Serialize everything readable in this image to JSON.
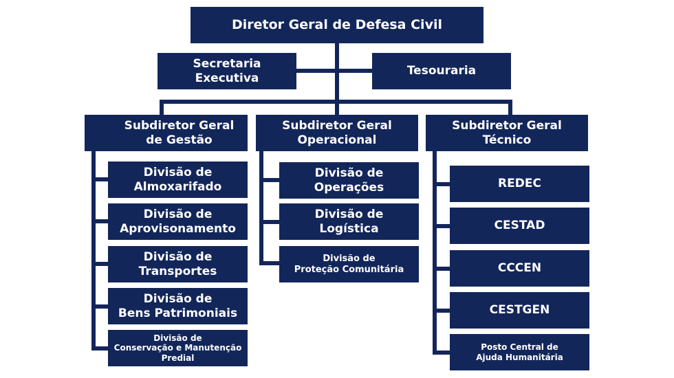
{
  "colors": {
    "box": "#13265a",
    "text": "#ffffff",
    "background": "#ffffff"
  },
  "top": {
    "director": "Diretor Geral de Defesa Civil"
  },
  "staff": {
    "secretaria": "Secretaria\nExecutiva",
    "tesouraria": "Tesouraria"
  },
  "subdiretores": [
    {
      "title": "Subdiretor Geral\nde Gestão",
      "divisions": [
        "Divisão de\nAlmoxarifado",
        "Divisão de\nAprovisonamento",
        "Divisão de\nTransportes",
        "Divisão de\nBens Patrimoniais",
        "Divisão de\nConservação e Manutenção\nPredial"
      ]
    },
    {
      "title": "Subdiretor Geral\nOperacional",
      "divisions": [
        "Divisão de\nOperações",
        "Divisão de\nLogística",
        "Divisão de\nProteção Comunitária"
      ]
    },
    {
      "title": "Subdiretor Geral\nTécnico",
      "divisions": [
        "REDEC",
        "CESTAD",
        "CCCEN",
        "CESTGEN",
        "Posto Central de\nAjuda Humanitária"
      ]
    }
  ]
}
